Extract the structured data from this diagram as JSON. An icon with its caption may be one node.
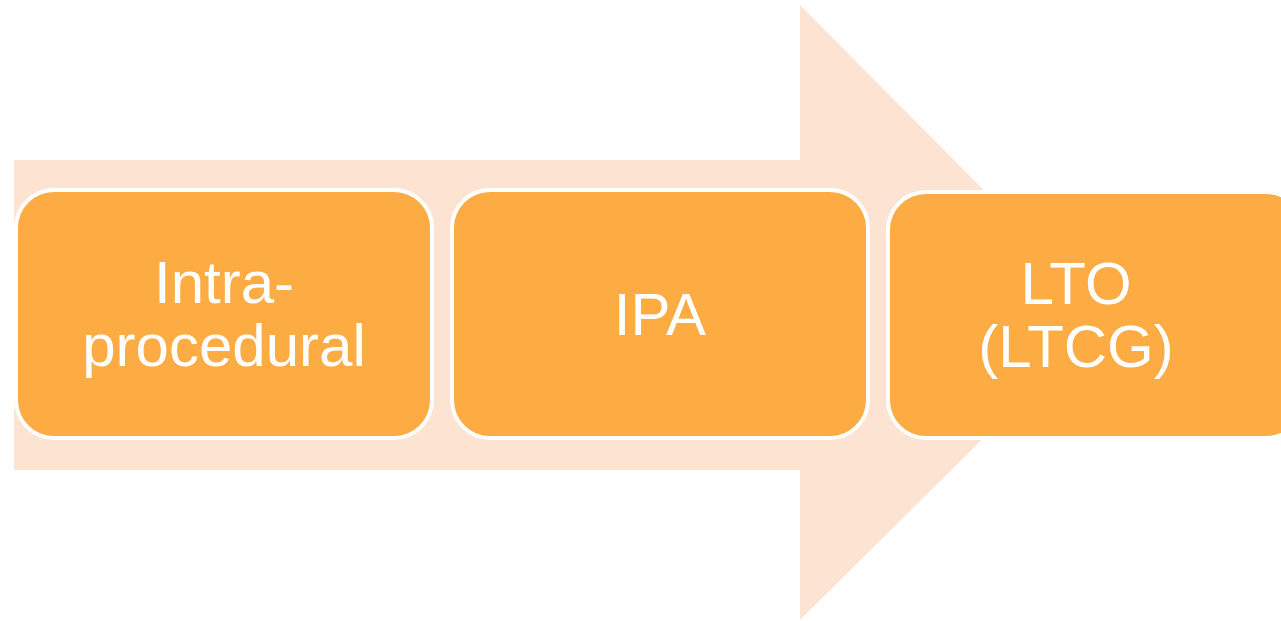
{
  "diagram": {
    "nodes": [
      {
        "text": [
          "Intra-procedural"
        ]
      },
      {
        "text": [
          "IPA"
        ]
      },
      {
        "text": [
          "LTO (LTCG)"
        ]
      }
    ],
    "edges": [
      {
        "from": 0,
        "to": 2,
        "arrow": "to",
        "style": "thick"
      }
    ]
  }
}
